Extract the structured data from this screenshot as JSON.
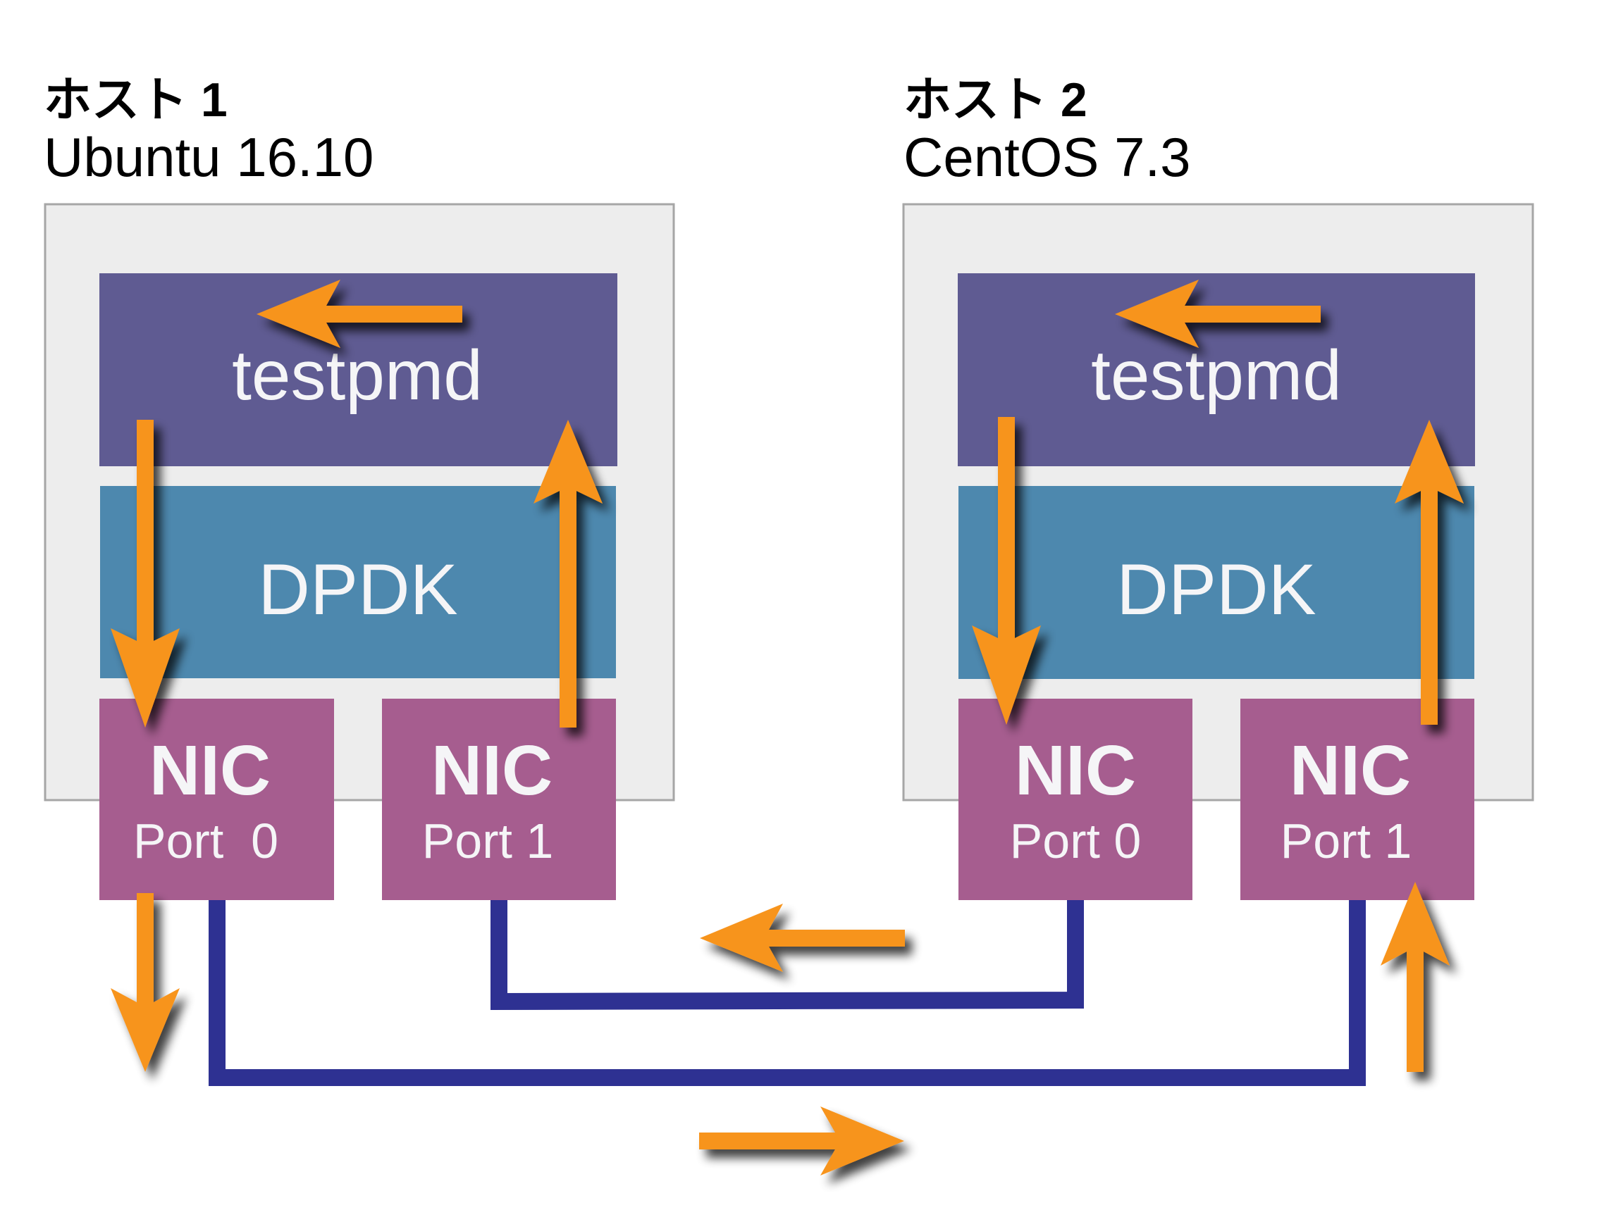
{
  "diagram": {
    "hosts": [
      {
        "title": "ホスト 1",
        "os": "Ubuntu 16.10",
        "app_label": "testpmd",
        "framework_label": "DPDK",
        "nics": [
          {
            "title": "NIC",
            "port": "Port  0"
          },
          {
            "title": "NIC",
            "port": "Port 1"
          }
        ]
      },
      {
        "title": "ホスト 2",
        "os": "CentOS 7.3",
        "app_label": "testpmd",
        "framework_label": "DPDK",
        "nics": [
          {
            "title": "NIC",
            "port": "Port 0"
          },
          {
            "title": "NIC",
            "port": "Port 1"
          }
        ]
      }
    ],
    "links": [
      {
        "from": "ホスト 1 NIC Port 1",
        "to": "ホスト 2 NIC Port 0",
        "flow": "ホスト 2 → ホスト 1"
      },
      {
        "from": "ホスト 1 NIC Port 0",
        "to": "ホスト 2 NIC Port 1",
        "flow": "ホスト 1 → ホスト 2"
      }
    ],
    "colors": {
      "host_box_fill": "#ededed",
      "host_box_border": "#a6a6a6",
      "testpmd_fill": "#5f5b92",
      "dpdk_fill": "#4d88ae",
      "nic_fill": "#a65d8f",
      "arrow": "#f7941e",
      "cable": "#2e3192",
      "label_text": "#f5f5f7"
    }
  }
}
